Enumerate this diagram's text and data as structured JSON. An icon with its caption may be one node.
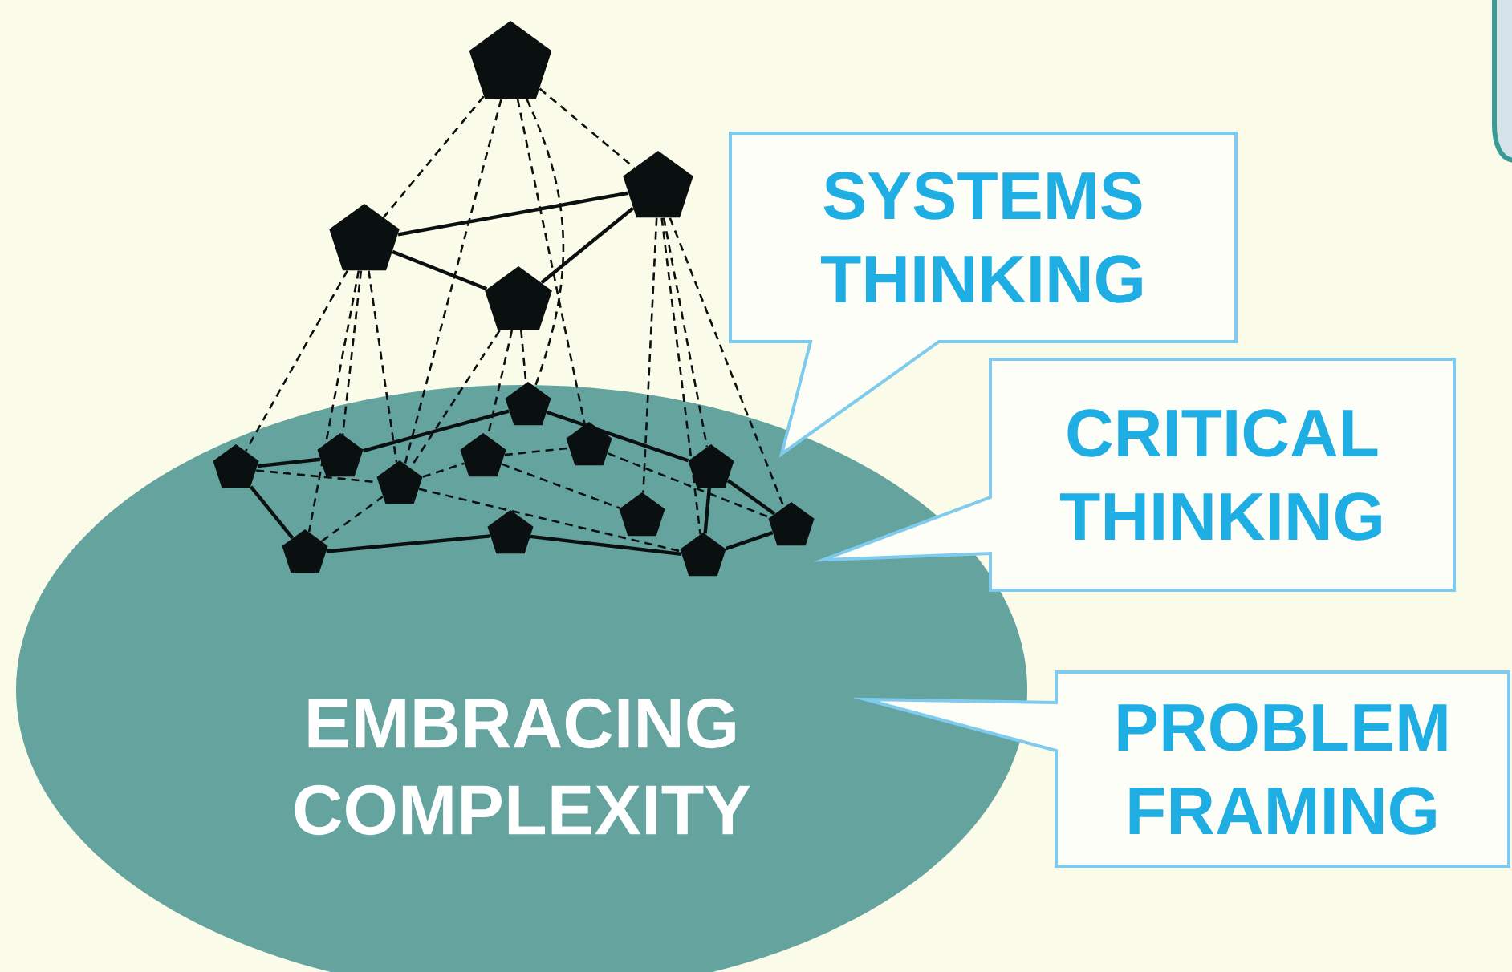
{
  "diagram": {
    "nodes": [
      {
        "text": [
          "EMBRACING COMPLEXITY"
        ]
      },
      {
        "text": [
          "SYSTEMS THINKING"
        ]
      },
      {
        "text": [
          "CRITICAL THINKING"
        ]
      },
      {
        "text": [
          "PROBLEM FRAMING"
        ]
      },
      {
        "text": [],
        "shape": "pentagon"
      },
      {
        "text": [],
        "shape": "pentagon"
      },
      {
        "text": [],
        "shape": "pentagon"
      },
      {
        "text": [],
        "shape": "pentagon"
      },
      {
        "text": [],
        "shape": "pentagon",
        "in": 0
      },
      {
        "text": [],
        "shape": "pentagon",
        "in": 0
      },
      {
        "text": [],
        "shape": "pentagon",
        "in": 0
      },
      {
        "text": [],
        "shape": "pentagon",
        "in": 0
      },
      {
        "text": [],
        "shape": "pentagon",
        "in": 0
      },
      {
        "text": [],
        "shape": "pentagon",
        "in": 0
      },
      {
        "text": [],
        "shape": "pentagon",
        "in": 0
      },
      {
        "text": [],
        "shape": "pentagon",
        "in": 0
      },
      {
        "text": [],
        "shape": "pentagon",
        "in": 0
      },
      {
        "text": [],
        "shape": "pentagon",
        "in": 0
      },
      {
        "text": [],
        "shape": "pentagon",
        "in": 0
      },
      {
        "text": [],
        "shape": "pentagon",
        "in": 0
      }
    ],
    "edges": [
      {
        "from": 5,
        "to": 6,
        "arrow": "none"
      },
      {
        "from": 5,
        "to": 7,
        "arrow": "none"
      },
      {
        "from": 7,
        "to": 6,
        "arrow": "none"
      },
      {
        "from": 8,
        "to": 9,
        "arrow": "none"
      },
      {
        "from": 9,
        "to": 10,
        "arrow": "none"
      },
      {
        "from": 10,
        "to": 12,
        "arrow": "none"
      },
      {
        "from": 12,
        "to": 13,
        "arrow": "none"
      },
      {
        "from": 13,
        "to": 14,
        "arrow": "none"
      },
      {
        "from": 14,
        "to": 15,
        "arrow": "none"
      },
      {
        "from": 15,
        "to": 16,
        "arrow": "none"
      },
      {
        "from": 16,
        "to": 8,
        "arrow": "none"
      },
      {
        "from": 12,
        "to": 14,
        "arrow": "none"
      },
      {
        "from": 4,
        "to": 5,
        "arrow": "none",
        "style": "dashed"
      },
      {
        "from": 4,
        "to": 6,
        "arrow": "none",
        "style": "dashed"
      },
      {
        "from": 4,
        "to": 17,
        "arrow": "none",
        "style": "dashed"
      },
      {
        "from": 4,
        "to": 10,
        "arrow": "none",
        "style": "dashed"
      },
      {
        "from": 4,
        "to": 11,
        "arrow": "none",
        "style": "dashed"
      },
      {
        "from": 5,
        "to": 8,
        "arrow": "none",
        "style": "dashed"
      },
      {
        "from": 5,
        "to": 16,
        "arrow": "none",
        "style": "dashed"
      },
      {
        "from": 5,
        "to": 9,
        "arrow": "none",
        "style": "dashed"
      },
      {
        "from": 5,
        "to": 17,
        "arrow": "none",
        "style": "dashed"
      },
      {
        "from": 7,
        "to": 17,
        "arrow": "none",
        "style": "dashed"
      },
      {
        "from": 7,
        "to": 18,
        "arrow": "none",
        "style": "dashed"
      },
      {
        "from": 7,
        "to": 10,
        "arrow": "none",
        "style": "dashed"
      },
      {
        "from": 6,
        "to": 19,
        "arrow": "none",
        "style": "dashed"
      },
      {
        "from": 6,
        "to": 14,
        "arrow": "none",
        "style": "dashed"
      },
      {
        "from": 6,
        "to": 12,
        "arrow": "none",
        "style": "dashed"
      },
      {
        "from": 6,
        "to": 13,
        "arrow": "none",
        "style": "dashed"
      },
      {
        "from": 8,
        "to": 17,
        "arrow": "none",
        "style": "dashed"
      },
      {
        "from": 16,
        "to": 17,
        "arrow": "none",
        "style": "dashed"
      },
      {
        "from": 17,
        "to": 18,
        "arrow": "none",
        "style": "dashed"
      },
      {
        "from": 17,
        "to": 14,
        "arrow": "none",
        "style": "dashed"
      },
      {
        "from": 18,
        "to": 11,
        "arrow": "none",
        "style": "dashed"
      },
      {
        "from": 11,
        "to": 13,
        "arrow": "none",
        "style": "dashed"
      },
      {
        "from": 18,
        "to": 19,
        "arrow": "none",
        "style": "dashed"
      }
    ]
  }
}
